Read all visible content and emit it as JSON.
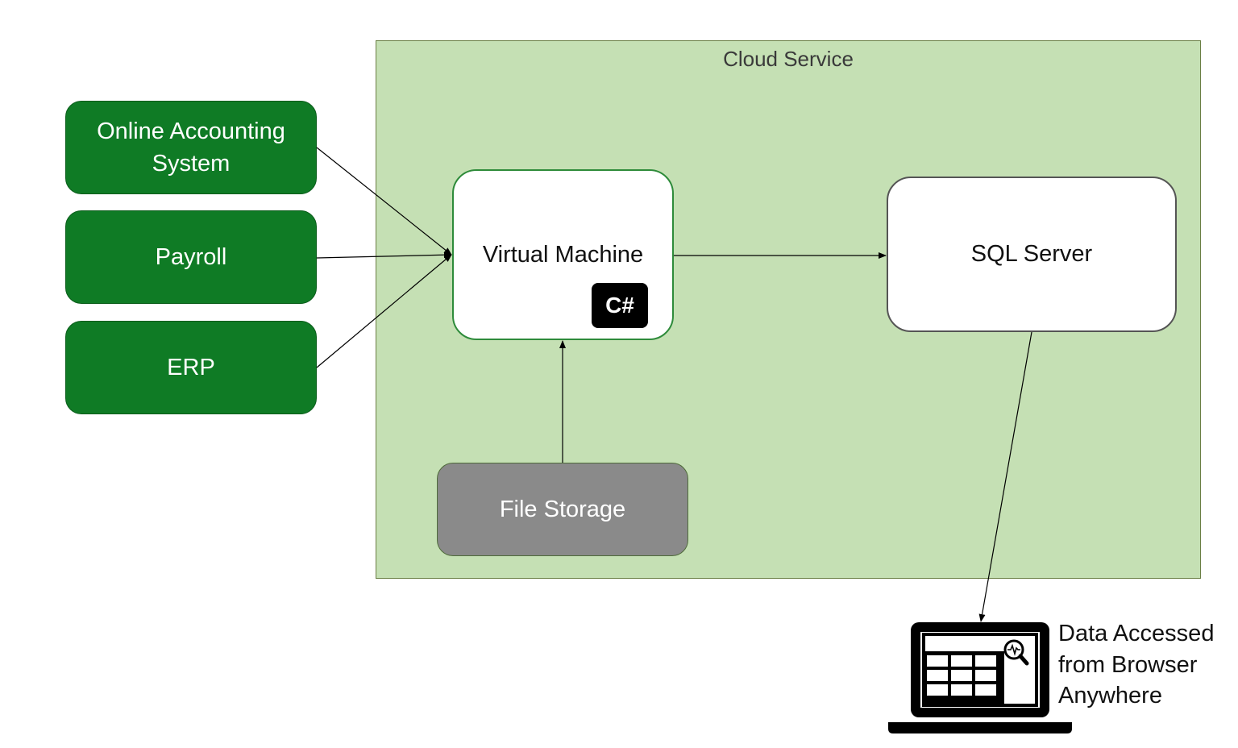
{
  "cloud": {
    "title": "Cloud Service",
    "fill_color": "#c5e0b4"
  },
  "sources": [
    {
      "lines": [
        "Online Accounting",
        "System"
      ]
    },
    {
      "lines": [
        "Payroll"
      ]
    },
    {
      "lines": [
        "ERP"
      ]
    }
  ],
  "source_color": "#0f7b25",
  "virtual_machine": {
    "label": "Virtual Machine",
    "badge": "C#"
  },
  "sql_server": {
    "label": "SQL Server"
  },
  "file_storage": {
    "label": "File Storage",
    "color": "#8a8a8a"
  },
  "browser": {
    "icon": "laptop-dashboard-icon",
    "lines": [
      "Data Accessed",
      "from Browser",
      "Anywhere"
    ]
  }
}
